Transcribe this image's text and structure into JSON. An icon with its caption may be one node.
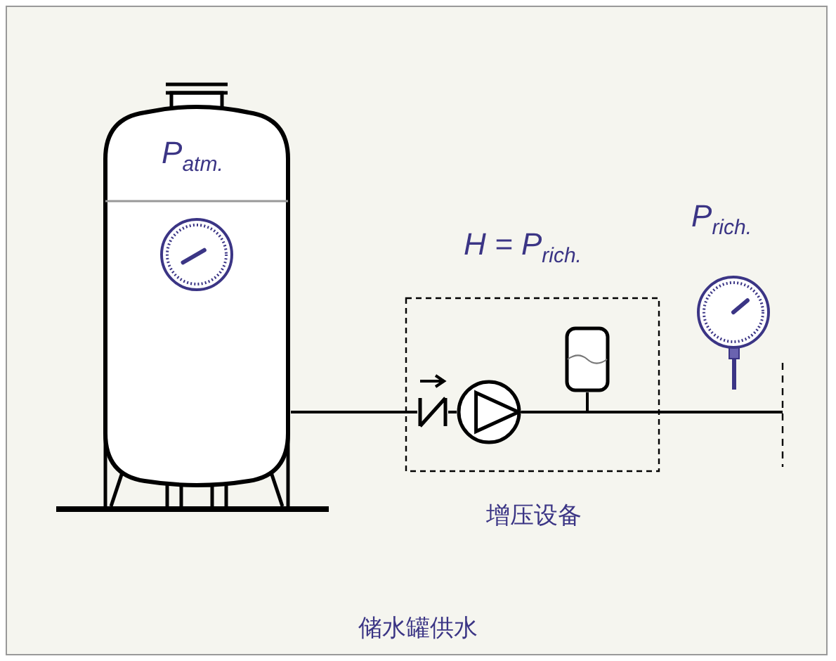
{
  "diagram": {
    "caption": "储水罐供水",
    "nodes": [
      {
        "text": [
          "P$_{atm.}$"
        ]
      },
      {
        "text": [],
        "shape": "box"
      },
      {
        "text": [],
        "shape": "valve",
        "in": 1
      },
      {
        "text": [],
        "shape": "pump",
        "in": 1
      },
      {
        "text": [],
        "shape": "vessel",
        "in": 1
      }
    ],
    "edges": [
      {
        "from": 0,
        "to": 2,
        "arrow": "none"
      },
      {
        "from": 2,
        "to": 3,
        "arrow": "none"
      },
      {
        "from": 3,
        "to": null,
        "arrow": "none"
      },
      {
        "from": 4,
        "to": null,
        "arrow": "none"
      }
    ],
    "labels": [
      "H = P$_{rich.}$",
      "P$_{rich.}$",
      "增压设备"
    ]
  }
}
